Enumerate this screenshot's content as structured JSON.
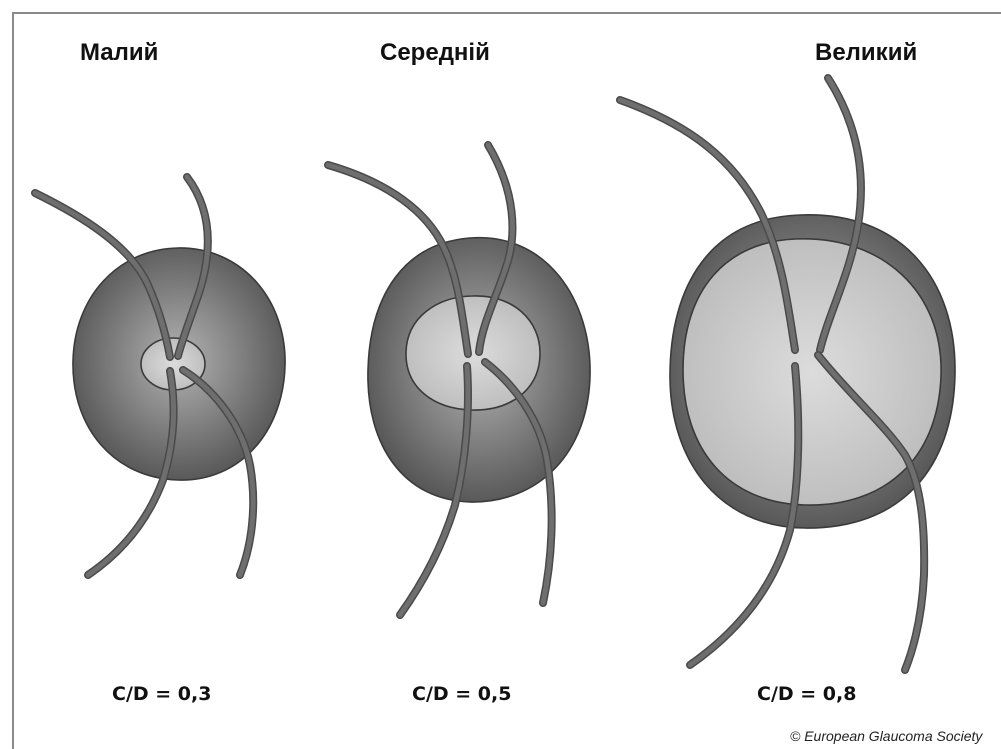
{
  "discs": [
    {
      "title": "Малий",
      "cd_label": "C/D = 0,3"
    },
    {
      "title": "Середній",
      "cd_label": "C/D = 0,5"
    },
    {
      "title": "Великий",
      "cd_label": "C/D = 0,8"
    }
  ],
  "copyright": "© European Glaucoma Society",
  "colors": {
    "disc_edge": "#545454",
    "disc_center": "#b3b3b3",
    "cup_edge": "#b9b9b9",
    "cup_center": "#dcdcdc",
    "vessel": "#6e6e6e"
  }
}
